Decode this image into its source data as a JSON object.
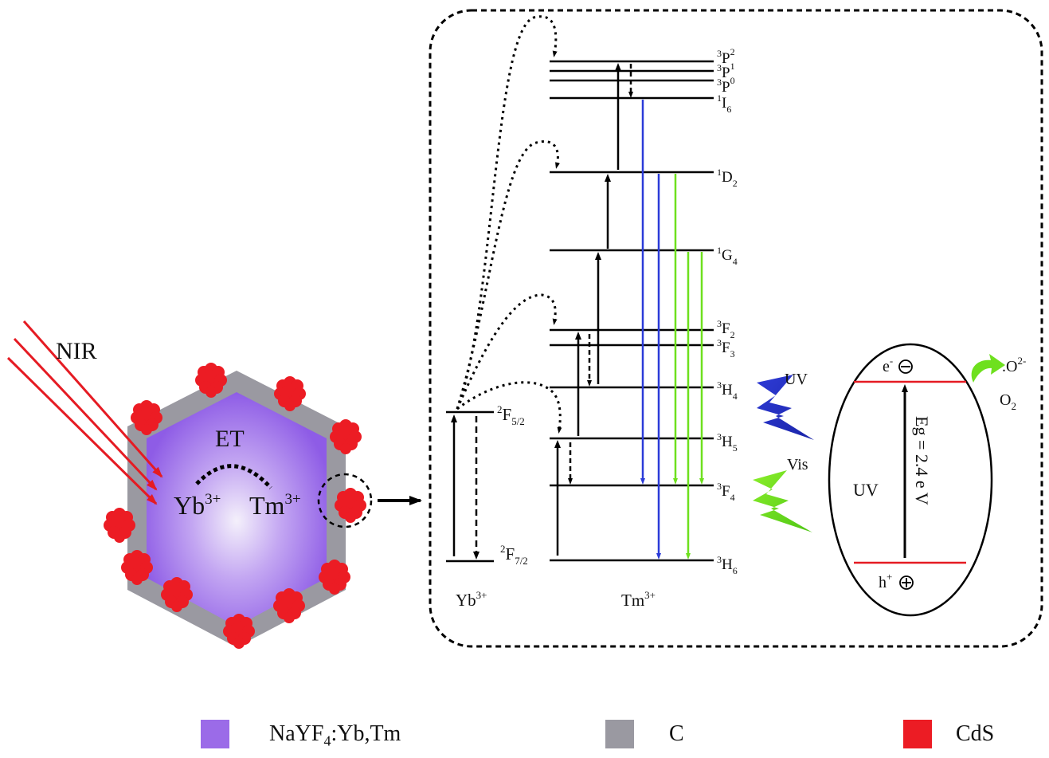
{
  "particle": {
    "nir_label": "NIR",
    "et_label": "ET",
    "yb_ion": {
      "base": "Yb",
      "sup": "3+"
    },
    "tm_ion": {
      "base": "Tm",
      "sup": "3+"
    }
  },
  "energy_levels": {
    "yb_levels": [
      {
        "base": "F",
        "pre": "2",
        "sub": "5/2"
      },
      {
        "base": "F",
        "pre": "2",
        "sub": "7/2"
      }
    ],
    "tm_levels": [
      {
        "base": "P",
        "pre": "3",
        "sub": "2"
      },
      {
        "base": "P",
        "pre": "3",
        "sub": "1"
      },
      {
        "base": "P",
        "pre": "3",
        "sub": "0"
      },
      {
        "base": "I",
        "pre": "1",
        "sub": "6"
      },
      {
        "base": "D",
        "pre": "1",
        "sub": "2"
      },
      {
        "base": "G",
        "pre": "1",
        "sub": "4"
      },
      {
        "base": "F",
        "pre": "3",
        "sub": "2"
      },
      {
        "base": "F",
        "pre": "3",
        "sub": "3"
      },
      {
        "base": "H",
        "pre": "3",
        "sub": "4"
      },
      {
        "base": "H",
        "pre": "3",
        "sub": "5"
      },
      {
        "base": "F",
        "pre": "3",
        "sub": "4"
      },
      {
        "base": "H",
        "pre": "3",
        "sub": "6"
      }
    ],
    "yb_column": {
      "base": "Yb",
      "sup": "3+"
    },
    "tm_column": {
      "base": "Tm",
      "sup": "3+"
    }
  },
  "emission": {
    "uv": "UV",
    "vis": "Vis"
  },
  "band": {
    "electron": "e",
    "electron_sup": "-",
    "hole": "h",
    "hole_sup": "+",
    "gap": "Eg = 2.4  e V",
    "uv": "UV",
    "o2": {
      "base": "O",
      "sub": "2"
    },
    "superoxide": {
      "base": ".O",
      "sup": "2-"
    }
  },
  "legend": [
    {
      "color": "#9b6be8",
      "base": "NaYF",
      "sub": "4",
      "rest": ":Yb,Tm"
    },
    {
      "color": "#9a99a1",
      "base": "C",
      "sub": "",
      "rest": ""
    },
    {
      "color": "#ec1c24",
      "base": "CdS",
      "sub": "",
      "rest": ""
    }
  ]
}
